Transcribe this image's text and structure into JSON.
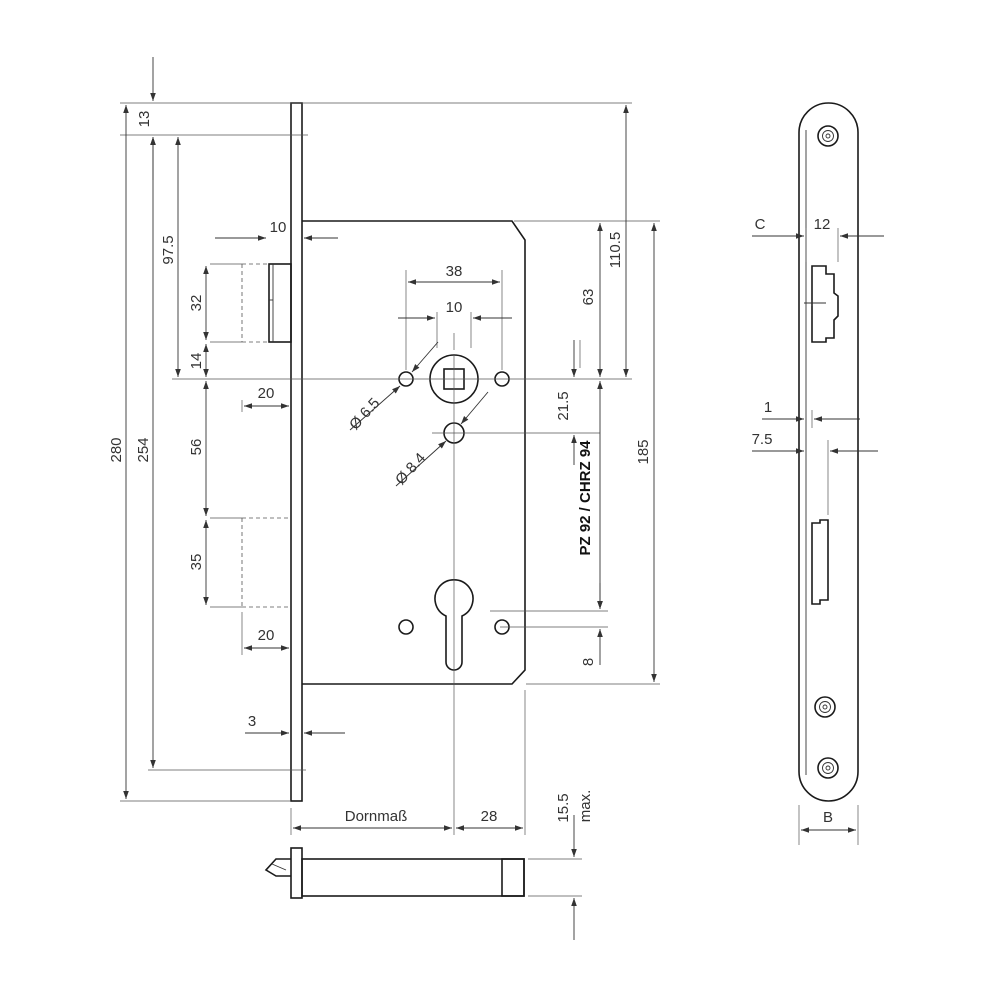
{
  "labels": {
    "d13": "13",
    "d97_5": "97.5",
    "d32": "32",
    "d14": "14",
    "d20a": "20",
    "d56": "56",
    "d35": "35",
    "d20b": "20",
    "d3": "3",
    "d10a": "10",
    "d280": "280",
    "d254": "254",
    "d38": "38",
    "d10b": "10",
    "d6_5": "Ø 6.5",
    "d8_4": "Ø 8.4",
    "d63": "63",
    "d110_5": "110.5",
    "d21_5": "21.5",
    "d185": "185",
    "d8": "8",
    "cylinder": "PZ 92 / CHRZ 94",
    "dornmass": "Dornmaß",
    "d28": "28",
    "d15_5": "15.5",
    "max": "max.",
    "C": "C",
    "d12": "12",
    "d1": "1",
    "d7_5": "7.5",
    "B": "B"
  }
}
